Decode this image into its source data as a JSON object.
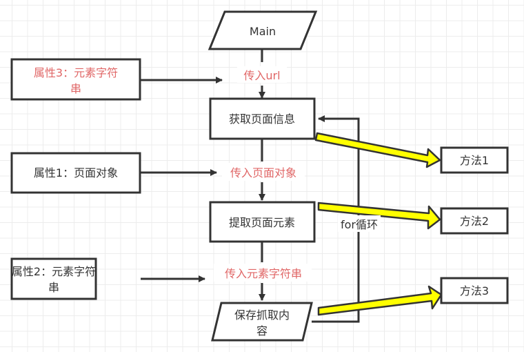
{
  "diagram": {
    "colors": {
      "stroke": "#333333",
      "highlight_text": "#e06666",
      "method_arrow_fill": "#ffff00",
      "background": "#ffffff",
      "grid": "#ececec"
    },
    "nodes": {
      "main": "Main",
      "get_page_info": "获取页面信息",
      "extract_elements": "提取页面元素",
      "save_content_line1": "保存抓取内",
      "save_content_line2": "容",
      "attr3_line1": "属性3：元素字符",
      "attr3_line2": "串",
      "attr1": "属性1：页面对象",
      "attr2_line1": "属性2：元素字符",
      "attr2_line2": "串",
      "method1": "方法1",
      "method2": "方法2",
      "method3": "方法3"
    },
    "edge_labels": {
      "pass_url": "传入url",
      "pass_page_object": "传入页面对象",
      "pass_element_string": "传入元素字符串",
      "for_loop": "for循环"
    }
  }
}
